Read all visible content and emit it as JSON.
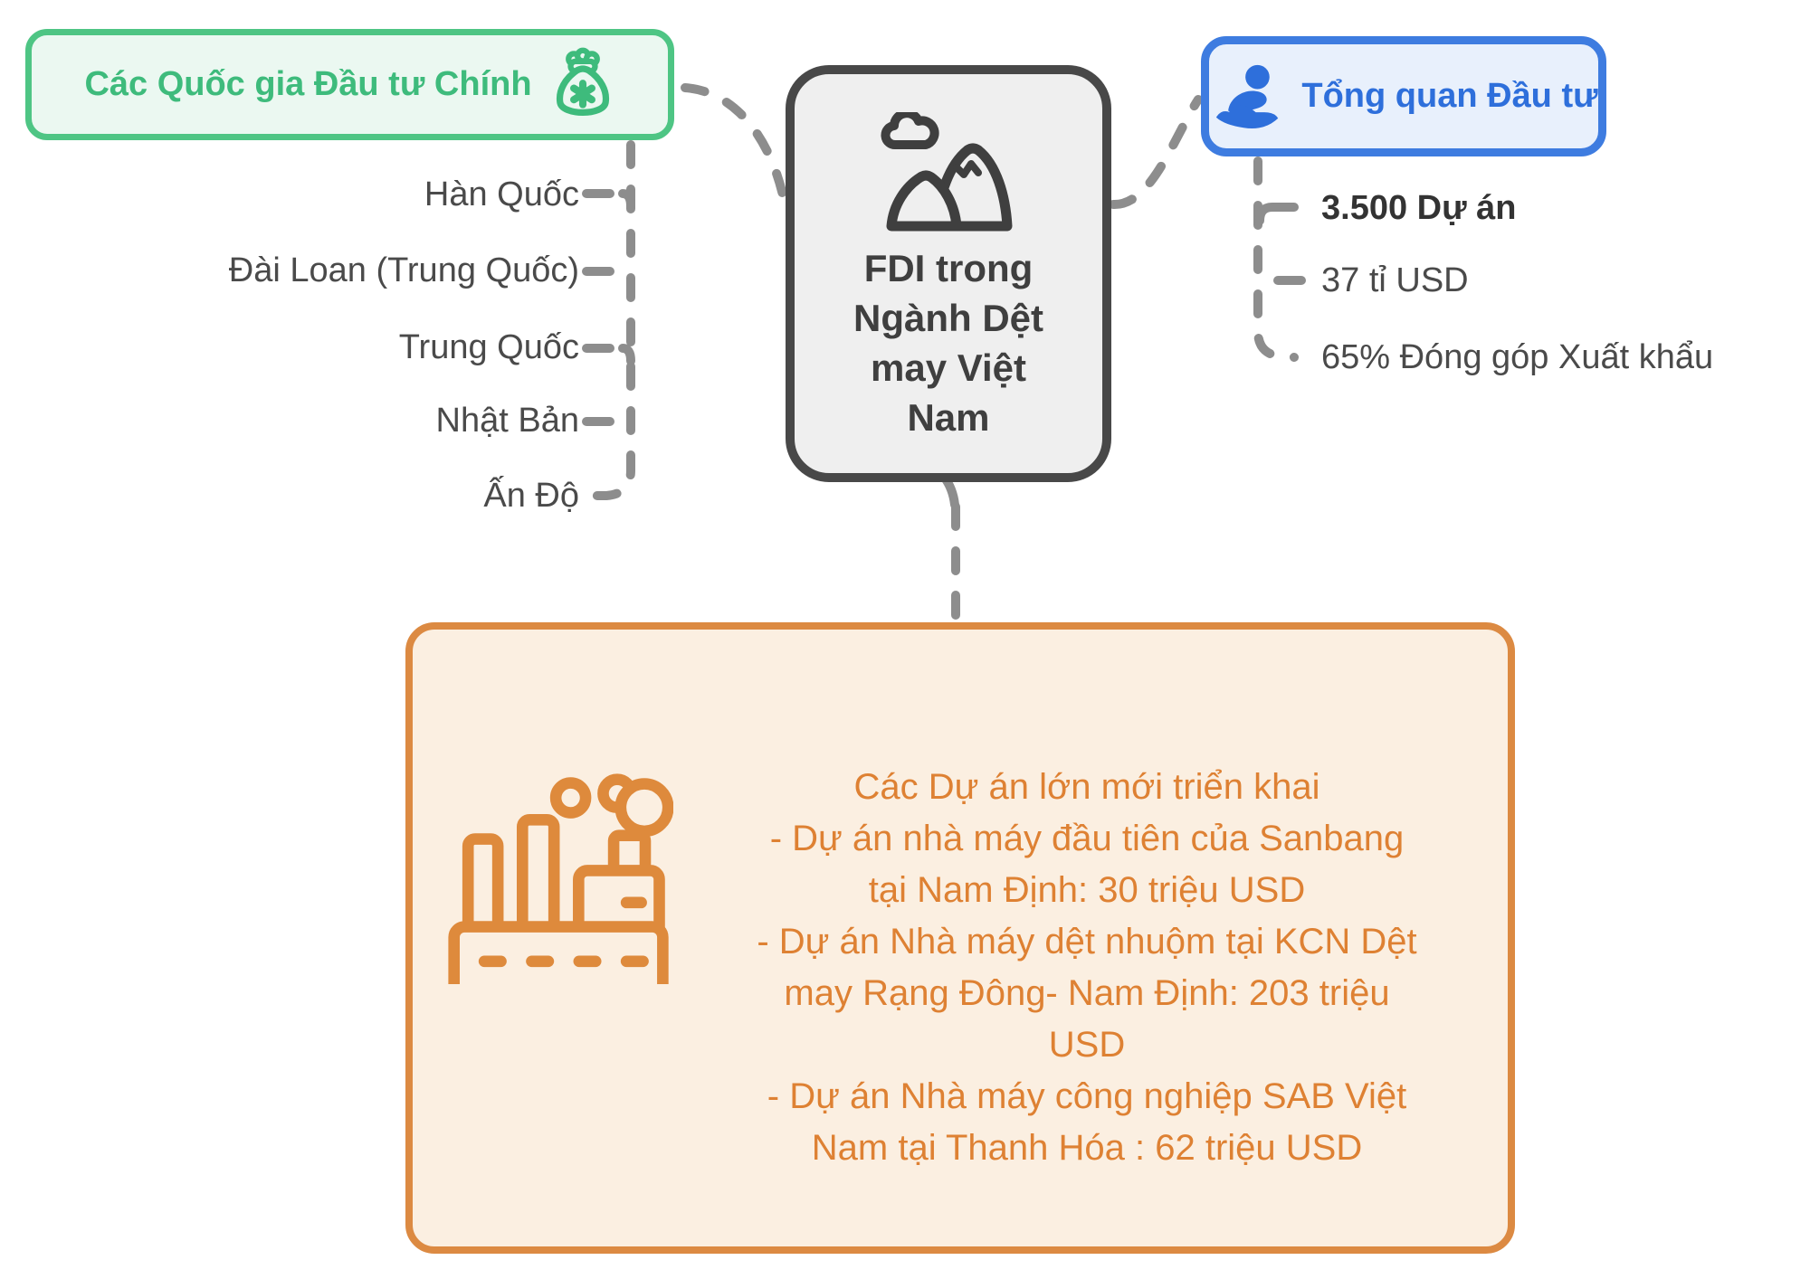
{
  "root": {
    "title": "FDI trong Ngành Dệt may Việt Nam",
    "lines": [
      "FDI trong",
      "Ngành Dệt",
      "may Việt",
      "Nam"
    ],
    "icon": "mountain-landscape-icon"
  },
  "countries": {
    "title": "Các Quốc gia Đầu tư Chính",
    "icon": "money-bag-icon",
    "items": [
      "Hàn Quốc",
      "Đài Loan (Trung Quốc)",
      "Trung Quốc",
      "Nhật Bản",
      "Ấn Độ"
    ]
  },
  "overview": {
    "title": "Tổng quan Đầu tư",
    "icon": "hand-holding-person-icon",
    "items": [
      "3.500 Dự án",
      "37 tỉ USD",
      "65% Đóng góp Xuất khẩu"
    ]
  },
  "projects": {
    "icon": "factory-icon",
    "lines": [
      "Các Dự án lớn mới triển khai",
      "- Dự án nhà máy đầu tiên của Sanbang",
      "tại Nam Định: 30 triệu USD",
      "- Dự án Nhà máy dệt nhuộm tại KCN Dệt",
      "may Rạng Đông- Nam Định:  203 triệu",
      "USD",
      "- Dự án Nhà máy công nghiệp SAB Việt",
      "Nam tại Thanh Hóa : 62 triệu USD"
    ]
  },
  "palette": {
    "green_border": "#4ec584",
    "green_bg": "#ebf8f1",
    "green_text": "#3ebb7c",
    "blue_border": "#3e7ce0",
    "blue_bg": "#e8f0fc",
    "blue_text": "#2e6fdb",
    "gray_border": "#484848",
    "gray_bg": "#efefef",
    "gray_text": "#3f3f3f",
    "orange_border": "#dc8a42",
    "orange_bg": "#fbefe1",
    "orange_text": "#de8133",
    "connector": "#8d8d8d",
    "label_text": "#4a4a4a"
  }
}
